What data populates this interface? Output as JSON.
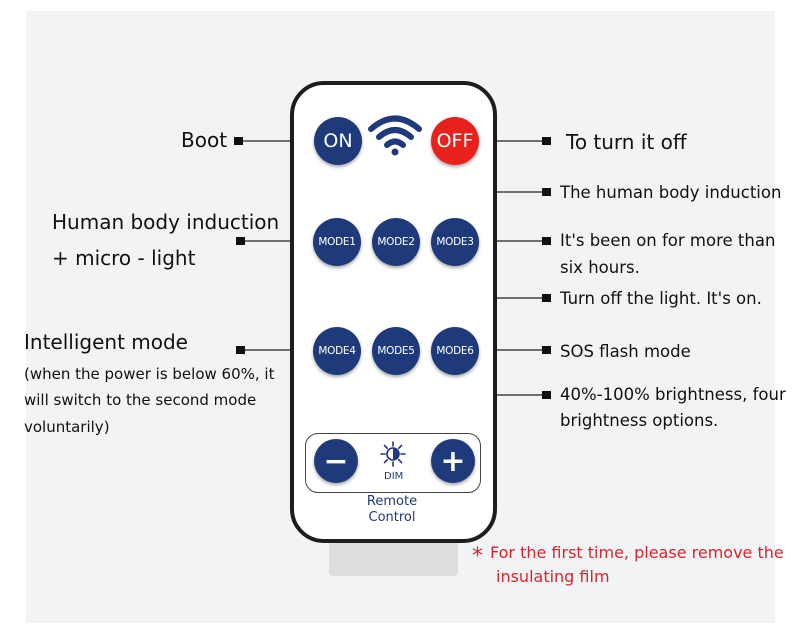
{
  "labels": {
    "boot": "Boot",
    "turn_off": "To turn it off",
    "human_body_induction": "The human body induction",
    "human_micro_line1": "Human body induction",
    "human_micro_line2": "+ micro - light",
    "six_hours_line1": "It's been on for more than",
    "six_hours_line2": "six hours.",
    "turn_off_light": "Turn off the light. It's on.",
    "intelligent_mode": "Intelligent mode",
    "intelligent_note_line1": "(when the power is below 60%, it",
    "intelligent_note_line2": "will switch to the second mode",
    "intelligent_note_line3": "voluntarily)",
    "sos": "SOS flash mode",
    "brightness_line1": "40%-100% brightness, four",
    "brightness_line2": "brightness options.",
    "note_star": "*",
    "note_line1": "For the first time, please remove the",
    "note_line2": "insulating film"
  },
  "remote": {
    "on": "ON",
    "off": "OFF",
    "modes": [
      "MODE1",
      "MODE2",
      "MODE3",
      "MODE4",
      "MODE5",
      "MODE6"
    ],
    "minus": "−",
    "plus": "+",
    "dim": "DIM",
    "title_line1": "Remote",
    "title_line2": "Control"
  },
  "colors": {
    "button_blue": "#1e3a7a",
    "button_red": "#e8221b",
    "note_red": "#d8252b"
  },
  "icons": [
    "wifi-icon",
    "brightness-icon"
  ]
}
